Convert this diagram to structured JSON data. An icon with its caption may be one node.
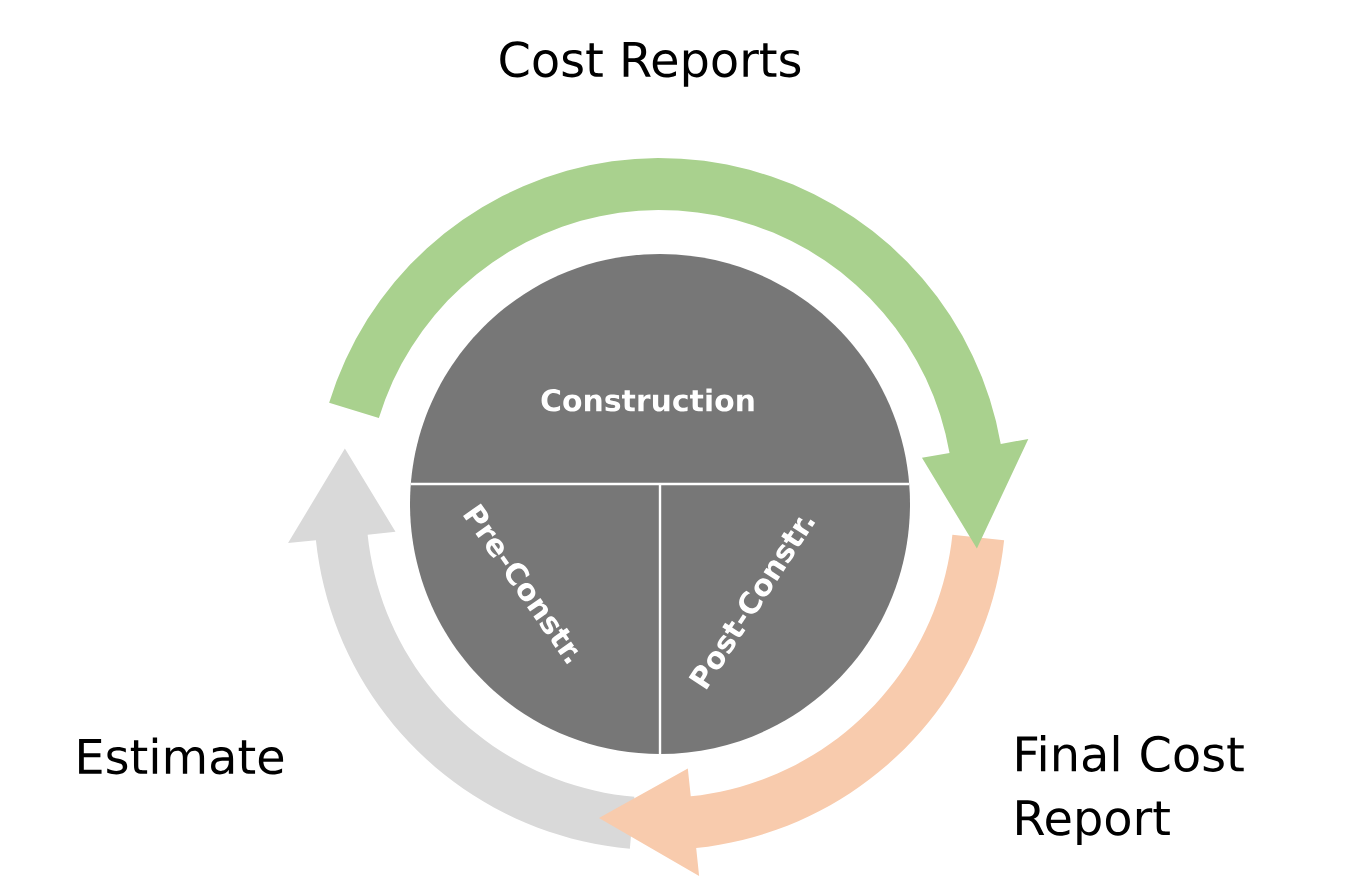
{
  "diagram": {
    "nodes": [
      {
        "text": [
          "Construction"
        ]
      },
      {
        "text": [
          "Pre-Constr."
        ]
      },
      {
        "text": [
          "Post-Constr."
        ]
      }
    ],
    "labels": [
      "Cost Reports",
      "Estimate",
      "Final Cost Report"
    ]
  }
}
